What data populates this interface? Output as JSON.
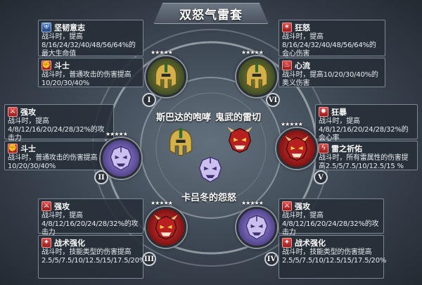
{
  "title": "双怒气雷套",
  "colors": {
    "accent_red": "#d23c3c",
    "accent_green": "#7e8a48",
    "accent_purple": "#8a78c8",
    "panel_bg": "#262e38"
  },
  "center": {
    "spartan_label": "斯巴达的咆哮",
    "demon_label": "鬼武的雷切",
    "caliburn_label": "卡吕冬的怨怒"
  },
  "slots": {
    "I": {
      "numeral": "I",
      "stars": "★★★★★",
      "emblem": "spartan-helmet-icon"
    },
    "II": {
      "numeral": "II",
      "stars": "★★★★★",
      "emblem": "purple-demon-mask-icon"
    },
    "III": {
      "numeral": "III",
      "stars": "★★★★★",
      "emblem": "red-demon-mask-icon"
    },
    "IV": {
      "numeral": "IV",
      "stars": "★★★★★",
      "emblem": "purple-demon-mask-icon"
    },
    "V": {
      "numeral": "V",
      "stars": "★★★★★",
      "emblem": "red-demon-mask-icon"
    },
    "VI": {
      "numeral": "VI",
      "stars": "★★★★★",
      "emblem": "spartan-helmet-icon"
    }
  },
  "panels": {
    "p1": {
      "name": "坚韧意志",
      "icon": "shield-icon",
      "desc": "战斗时，提高8/16/24/32/40/48/56/64%的最大生命值"
    },
    "p2": {
      "name": "斗士",
      "icon": "fist-icon",
      "desc": "战斗时，普通攻击的伤害提高10/20/30/40%"
    },
    "p3": {
      "name": "强攻",
      "icon": "sword-icon",
      "desc": "战斗时，提高4/8/12/16/20/24/28/32%的攻击力"
    },
    "p4": {
      "name": "斗士",
      "icon": "fist-icon",
      "desc": "战斗时，普通攻击的伤害提高10/20/30/40%"
    },
    "p5": {
      "name": "强攻",
      "icon": "sword-icon",
      "desc": "战斗时，提高4/8/12/16/20/24/28/32%的攻击力"
    },
    "p6": {
      "name": "战术强化",
      "icon": "tactic-icon",
      "desc": "战斗时，技能类型的伤害提高2.5/5/7.5/10/12.5/15/17.5/20%"
    },
    "p7": {
      "name": "狂怒",
      "icon": "rage-icon",
      "desc": "战斗时，提高8/16/24/32/40/48/56/64%的会心伤害"
    },
    "p8": {
      "name": "心流",
      "icon": "flow-icon",
      "desc": "战斗时，提高10/20/30/40%的奥义伤害"
    },
    "p9": {
      "name": "狂暴",
      "icon": "berserk-icon",
      "desc": "战斗时，提高4/8/12/16/20/24/28/32%的会心率"
    },
    "p10": {
      "name": "雷之祈佑",
      "icon": "thunder-icon",
      "desc": "战斗时，所有雷属性的伤害提高2.5/5/7.5/10/12.5/15 %"
    },
    "p11": {
      "name": "强攻",
      "icon": "sword-icon",
      "desc": "战斗时，提高4/8/12/16/20/24/28/32%的攻击力"
    },
    "p12": {
      "name": "战术强化",
      "icon": "tactic-icon",
      "desc": "战斗时，技能类型的伤害提高2.5/5/7.5/10/12.5/15/17.5/20%"
    }
  }
}
